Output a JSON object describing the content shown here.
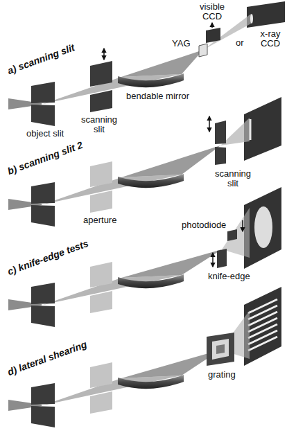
{
  "diagram": {
    "labels": [
      "visible CCD",
      "or",
      "x-ray CCD",
      "YAG",
      "a) scanning slit",
      "bendable mirror",
      "scanning slit",
      "object slit",
      "b) scanning slit 2",
      "scanning slit",
      "aperture",
      "photodiode",
      "c) knife-edge tests",
      "knife-edge",
      "d) lateral shearing",
      "grating"
    ]
  }
}
